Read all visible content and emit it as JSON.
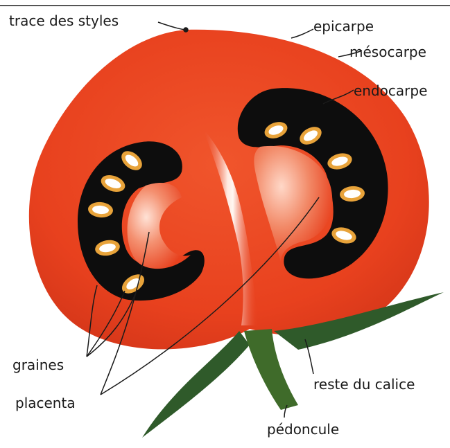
{
  "labels": {
    "trace_des_styles": "trace des styles",
    "epicarpe": "epicarpe",
    "mesocarpe": "mésocarpe",
    "endocarpe": "endocarpe",
    "graines": "graines",
    "placenta": "placenta",
    "reste_du_calice": "reste du calice",
    "pedoncule": "pédoncule"
  },
  "colors": {
    "flesh": "#e8411e",
    "flesh_dark": "#d13212",
    "locule": "#0d0d0d",
    "seed_ring": "#e8a33a",
    "seed": "#ffffff",
    "calyx": "#2f5a2a",
    "peduncle": "#3f6b2a",
    "line": "#1a1a1a"
  }
}
